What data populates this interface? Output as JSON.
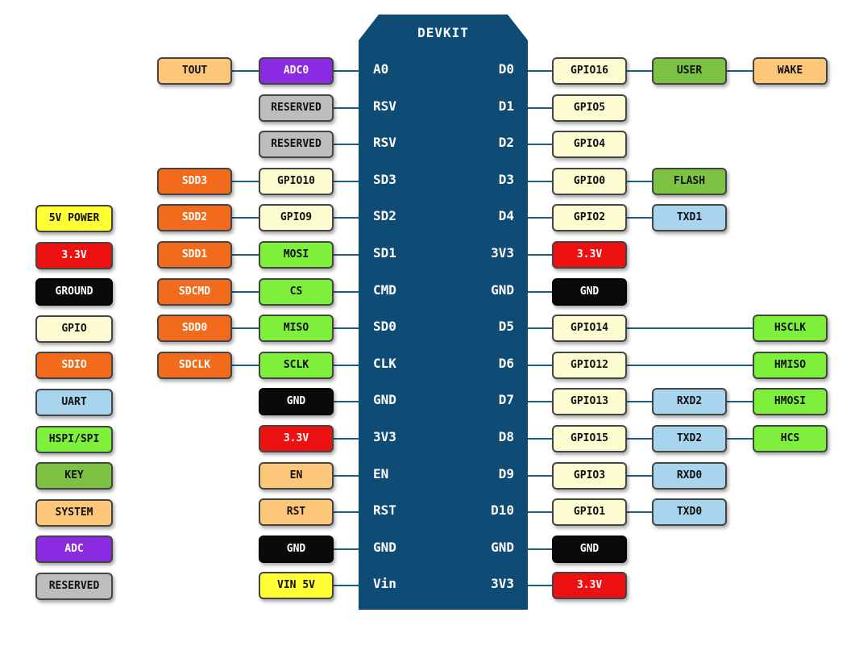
{
  "board": {
    "title": "DEVKIT",
    "color": "#0f4c75"
  },
  "colors": {
    "power5v": "#ffff33",
    "power33": "#ee1111",
    "ground": "#0a0a0a",
    "gpio": "#fdfbd0",
    "sdio": "#f26b1d",
    "uart": "#a8d4ee",
    "hspi": "#7ef03b",
    "key": "#7dc242",
    "system": "#fdc77a",
    "adc": "#8a2be2",
    "reserved": "#bdbdbd",
    "wire": "#1f5d84"
  },
  "legend": [
    {
      "label": "5V POWER",
      "cat": "power5v"
    },
    {
      "label": "3.3V",
      "cat": "power33"
    },
    {
      "label": "GROUND",
      "cat": "ground"
    },
    {
      "label": "GPIO",
      "cat": "gpio"
    },
    {
      "label": "SDIO",
      "cat": "sdio"
    },
    {
      "label": "UART",
      "cat": "uart"
    },
    {
      "label": "HSPI/SPI",
      "cat": "hspi"
    },
    {
      "label": "KEY",
      "cat": "key"
    },
    {
      "label": "SYSTEM",
      "cat": "system"
    },
    {
      "label": "ADC",
      "cat": "adc"
    },
    {
      "label": "RESERVED",
      "cat": "reserved"
    }
  ],
  "left_pins": [
    {
      "pin": "A0",
      "labels": [
        {
          "label": "ADC0",
          "cat": "adc"
        },
        {
          "label": "TOUT",
          "cat": "system"
        }
      ]
    },
    {
      "pin": "RSV",
      "labels": [
        {
          "label": "RESERVED",
          "cat": "reserved"
        }
      ]
    },
    {
      "pin": "RSV",
      "labels": [
        {
          "label": "RESERVED",
          "cat": "reserved"
        }
      ]
    },
    {
      "pin": "SD3",
      "labels": [
        {
          "label": "GPIO10",
          "cat": "gpio"
        },
        {
          "label": "SDD3",
          "cat": "sdio"
        }
      ]
    },
    {
      "pin": "SD2",
      "labels": [
        {
          "label": "GPIO9",
          "cat": "gpio"
        },
        {
          "label": "SDD2",
          "cat": "sdio"
        }
      ]
    },
    {
      "pin": "SD1",
      "labels": [
        {
          "label": "MOSI",
          "cat": "hspi"
        },
        {
          "label": "SDD1",
          "cat": "sdio"
        }
      ]
    },
    {
      "pin": "CMD",
      "labels": [
        {
          "label": "CS",
          "cat": "hspi"
        },
        {
          "label": "SDCMD",
          "cat": "sdio"
        }
      ]
    },
    {
      "pin": "SD0",
      "labels": [
        {
          "label": "MISO",
          "cat": "hspi"
        },
        {
          "label": "SDD0",
          "cat": "sdio"
        }
      ]
    },
    {
      "pin": "CLK",
      "labels": [
        {
          "label": "SCLK",
          "cat": "hspi"
        },
        {
          "label": "SDCLK",
          "cat": "sdio"
        }
      ]
    },
    {
      "pin": "GND",
      "labels": [
        {
          "label": "GND",
          "cat": "ground"
        }
      ]
    },
    {
      "pin": "3V3",
      "labels": [
        {
          "label": "3.3V",
          "cat": "power33"
        }
      ]
    },
    {
      "pin": "EN",
      "labels": [
        {
          "label": "EN",
          "cat": "system"
        }
      ]
    },
    {
      "pin": "RST",
      "labels": [
        {
          "label": "RST",
          "cat": "system"
        }
      ]
    },
    {
      "pin": "GND",
      "labels": [
        {
          "label": "GND",
          "cat": "ground"
        }
      ]
    },
    {
      "pin": "Vin",
      "labels": [
        {
          "label": "VIN 5V",
          "cat": "power5v"
        }
      ]
    }
  ],
  "right_pins": [
    {
      "pin": "D0",
      "labels": [
        {
          "label": "GPIO16",
          "cat": "gpio",
          "col": 0
        },
        {
          "label": "USER",
          "cat": "key",
          "col": 1
        },
        {
          "label": "WAKE",
          "cat": "system",
          "col": 2
        }
      ]
    },
    {
      "pin": "D1",
      "labels": [
        {
          "label": "GPIO5",
          "cat": "gpio",
          "col": 0
        }
      ]
    },
    {
      "pin": "D2",
      "labels": [
        {
          "label": "GPIO4",
          "cat": "gpio",
          "col": 0
        }
      ]
    },
    {
      "pin": "D3",
      "labels": [
        {
          "label": "GPIO0",
          "cat": "gpio",
          "col": 0
        },
        {
          "label": "FLASH",
          "cat": "key",
          "col": 1
        }
      ]
    },
    {
      "pin": "D4",
      "labels": [
        {
          "label": "GPIO2",
          "cat": "gpio",
          "col": 0
        },
        {
          "label": "TXD1",
          "cat": "uart",
          "col": 1
        }
      ]
    },
    {
      "pin": "3V3",
      "labels": [
        {
          "label": "3.3V",
          "cat": "power33",
          "col": 0
        }
      ]
    },
    {
      "pin": "GND",
      "labels": [
        {
          "label": "GND",
          "cat": "ground",
          "col": 0
        }
      ]
    },
    {
      "pin": "D5",
      "labels": [
        {
          "label": "GPIO14",
          "cat": "gpio",
          "col": 0
        },
        {
          "label": "HSCLK",
          "cat": "hspi",
          "col": 2
        }
      ]
    },
    {
      "pin": "D6",
      "labels": [
        {
          "label": "GPIO12",
          "cat": "gpio",
          "col": 0
        },
        {
          "label": "HMISO",
          "cat": "hspi",
          "col": 2
        }
      ]
    },
    {
      "pin": "D7",
      "labels": [
        {
          "label": "GPIO13",
          "cat": "gpio",
          "col": 0
        },
        {
          "label": "RXD2",
          "cat": "uart",
          "col": 1
        },
        {
          "label": "HMOSI",
          "cat": "hspi",
          "col": 2
        }
      ]
    },
    {
      "pin": "D8",
      "labels": [
        {
          "label": "GPIO15",
          "cat": "gpio",
          "col": 0
        },
        {
          "label": "TXD2",
          "cat": "uart",
          "col": 1
        },
        {
          "label": "HCS",
          "cat": "hspi",
          "col": 2
        }
      ]
    },
    {
      "pin": "D9",
      "labels": [
        {
          "label": "GPIO3",
          "cat": "gpio",
          "col": 0
        },
        {
          "label": "RXD0",
          "cat": "uart",
          "col": 1
        }
      ]
    },
    {
      "pin": "D10",
      "labels": [
        {
          "label": "GPIO1",
          "cat": "gpio",
          "col": 0
        },
        {
          "label": "TXD0",
          "cat": "uart",
          "col": 1
        }
      ]
    },
    {
      "pin": "GND",
      "labels": [
        {
          "label": "GND",
          "cat": "ground",
          "col": 0
        }
      ]
    },
    {
      "pin": "3V3",
      "labels": [
        {
          "label": "3.3V",
          "cat": "power33",
          "col": 0
        }
      ]
    }
  ]
}
